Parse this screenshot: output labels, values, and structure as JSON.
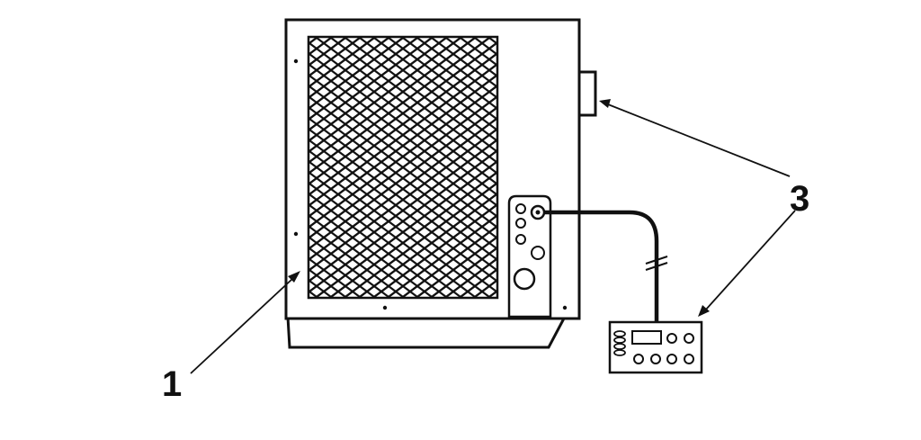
{
  "callouts": {
    "label_1": "1",
    "label_3": "3"
  },
  "colors": {
    "ink": "#111111",
    "paper": "#ffffff",
    "grille_fill": "#2a2a2a"
  },
  "icons": {
    "grille": "diamond-mesh-grille",
    "connector": "cable-break-icon"
  }
}
